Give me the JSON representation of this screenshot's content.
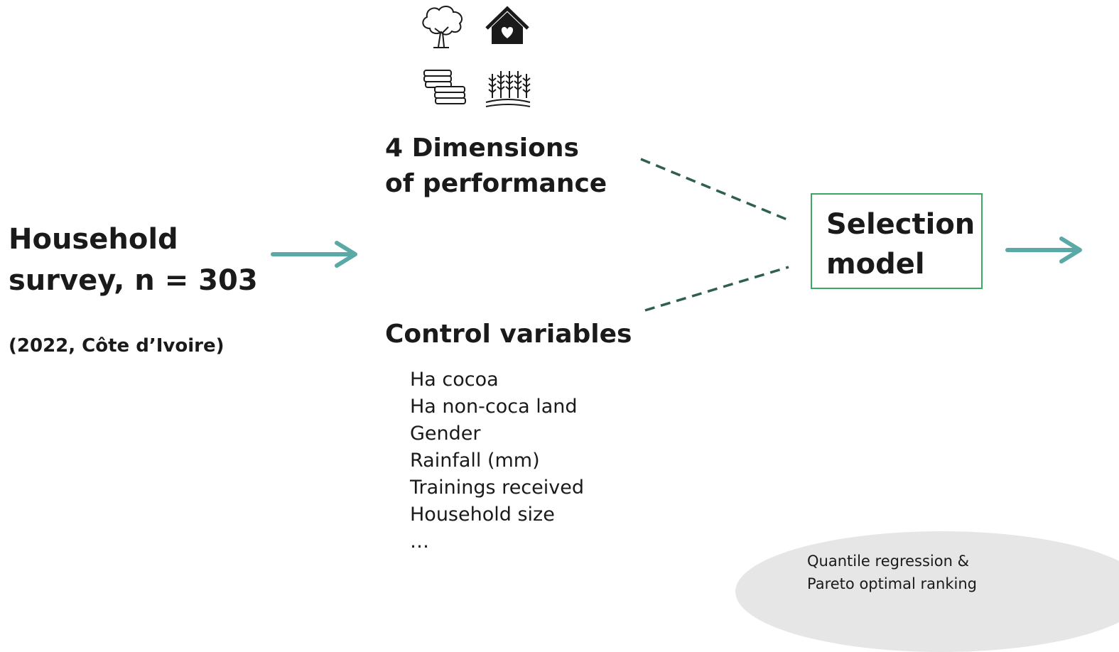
{
  "survey": {
    "title": "Household\nsurvey, n = 303",
    "subtitle": "(2022, Côte d’Ivoire)"
  },
  "icons": [
    "tree-icon",
    "house-heart-icon",
    "coins-icon",
    "wheat-field-icon"
  ],
  "dimensions": {
    "title": "4 Dimensions\nof performance"
  },
  "controls": {
    "title": "Control variables",
    "items": [
      "Ha cocoa",
      "Ha non-coca land",
      "Gender",
      "Rainfall (mm)",
      "Trainings received",
      "Household size",
      "…"
    ]
  },
  "selection": {
    "label": "Selection\nmodel"
  },
  "method": {
    "label": "Quantile regression &\nPareto optimal ranking"
  },
  "colors": {
    "arrow": "#5aa9a6",
    "dashed": "#2f5f52",
    "box_border": "#3aa860",
    "ellipse": "#e6e6e6"
  }
}
